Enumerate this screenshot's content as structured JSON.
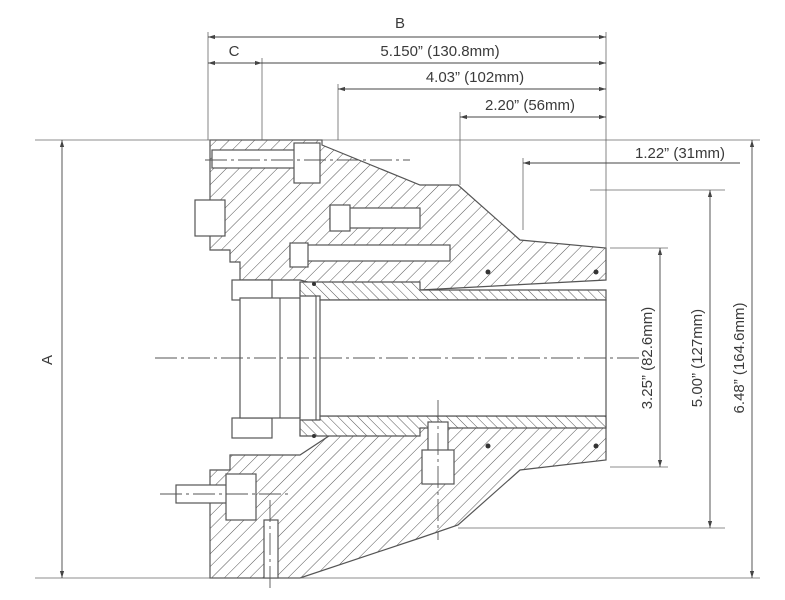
{
  "drawing": {
    "title": "",
    "dimensions": {
      "A": "A",
      "B": "B",
      "C": "C",
      "overall_length": "5.150” (130.8mm)",
      "length_2": "4.03” (102mm)",
      "length_3": "2.20” (56mm)",
      "length_4": "1.22” (31mm)",
      "bore_dia": "3.25” (82.6mm)",
      "dia_2": "5.00” (127mm)",
      "outer_dia": "6.48” (164.6mm)"
    }
  }
}
